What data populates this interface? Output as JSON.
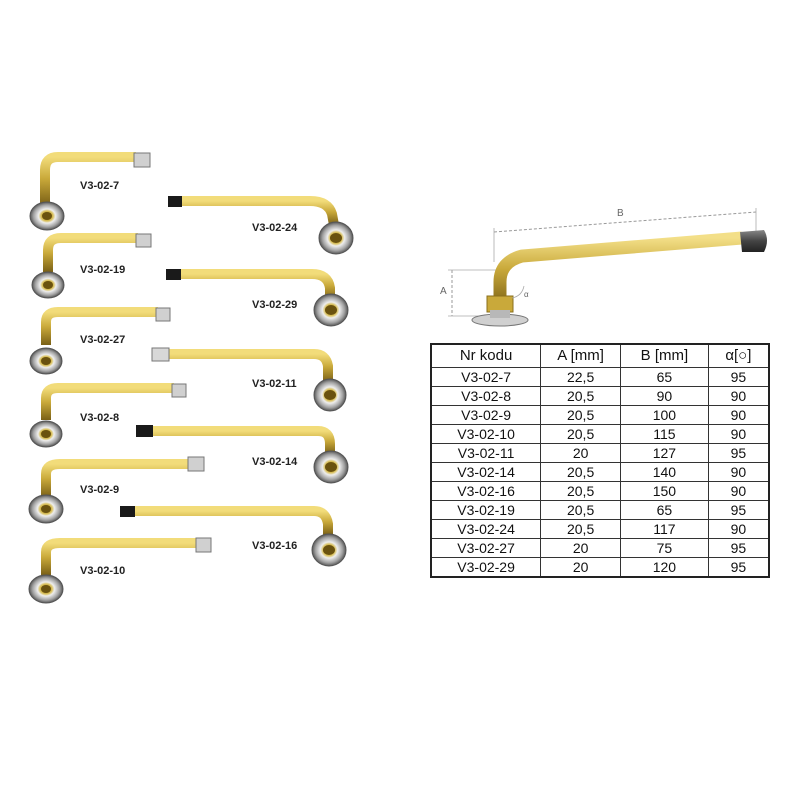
{
  "valves": [
    {
      "code": "V3-02-7"
    },
    {
      "code": "V3-02-19"
    },
    {
      "code": "V3-02-27"
    },
    {
      "code": "V3-02-8"
    },
    {
      "code": "V3-02-9"
    },
    {
      "code": "V3-02-10"
    },
    {
      "code": "V3-02-24"
    },
    {
      "code": "V3-02-29"
    },
    {
      "code": "V3-02-11"
    },
    {
      "code": "V3-02-14"
    },
    {
      "code": "V3-02-16"
    }
  ],
  "diagram": {
    "dim_a": "A",
    "dim_b": "B",
    "angle": "α"
  },
  "table": {
    "headers": [
      "Nr kodu",
      "A [mm]",
      "B [mm]",
      "α[○]"
    ],
    "rows": [
      [
        "V3-02-7",
        "22,5",
        "65",
        "95"
      ],
      [
        "V3-02-8",
        "20,5",
        "90",
        "90"
      ],
      [
        "V3-02-9",
        "20,5",
        "100",
        "90"
      ],
      [
        "V3-02-10",
        "20,5",
        "115",
        "90"
      ],
      [
        "V3-02-11",
        "20",
        "127",
        "95"
      ],
      [
        "V3-02-14",
        "20,5",
        "140",
        "90"
      ],
      [
        "V3-02-16",
        "20,5",
        "150",
        "90"
      ],
      [
        "V3-02-19",
        "20,5",
        "65",
        "95"
      ],
      [
        "V3-02-24",
        "20,5",
        "117",
        "90"
      ],
      [
        "V3-02-27",
        "20",
        "75",
        "95"
      ],
      [
        "V3-02-29",
        "20",
        "120",
        "95"
      ]
    ]
  },
  "colors": {
    "brass": "#c9a93a",
    "brass_dark": "#8a6f1c",
    "chrome": "#c8c8c8",
    "cap_black": "#1a1a1a"
  }
}
